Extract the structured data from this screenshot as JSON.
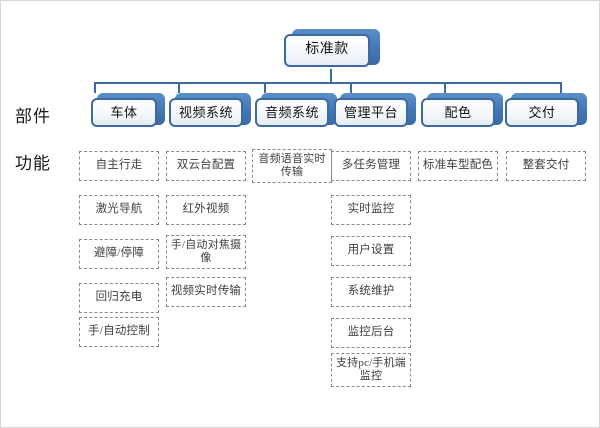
{
  "diagram": {
    "row_labels": [
      {
        "name": "parts",
        "text": "部件"
      },
      {
        "name": "functions",
        "text": "功能"
      }
    ],
    "root": {
      "label": "标准款"
    },
    "columns": [
      {
        "id": "body",
        "label": "车体",
        "items": [
          {
            "text": "自主行走"
          },
          {
            "text": "激光导航"
          },
          {
            "text": "避障/停障"
          },
          {
            "text": "回归充电"
          },
          {
            "text": "手/自动控制"
          }
        ]
      },
      {
        "id": "video",
        "label": "视频系统",
        "items": [
          {
            "text": "双云台配置"
          },
          {
            "text": "红外视频"
          },
          {
            "text": "手/自动对焦摄像"
          },
          {
            "text": "视频实时传输"
          }
        ]
      },
      {
        "id": "audio",
        "label": "音频系统",
        "items": [
          {
            "text": "音频语音实时传输"
          }
        ]
      },
      {
        "id": "platform",
        "label": "管理平台",
        "items": [
          {
            "text": "多任务管理"
          },
          {
            "text": "实时监控"
          },
          {
            "text": "用户设置"
          },
          {
            "text": "系统维护"
          },
          {
            "text": "监控后台"
          },
          {
            "text": "支持pc/手机端监控"
          }
        ]
      },
      {
        "id": "color",
        "label": "配色",
        "items": [
          {
            "text": "标准车型配色"
          }
        ]
      },
      {
        "id": "delivery",
        "label": "交付",
        "items": [
          {
            "text": "整套交付"
          }
        ]
      }
    ],
    "colors": {
      "node_border": "#3d6aa2",
      "node_fill_top": "#ffffff",
      "node_fill_bottom": "#e6edf6",
      "node_shadow": "#4377b4",
      "connector": "#3d6aa2",
      "dashed_border": "#8a8a8a",
      "text_dark": "#111111",
      "text_gray": "#3f3f3f",
      "background": "#ffffff"
    }
  }
}
